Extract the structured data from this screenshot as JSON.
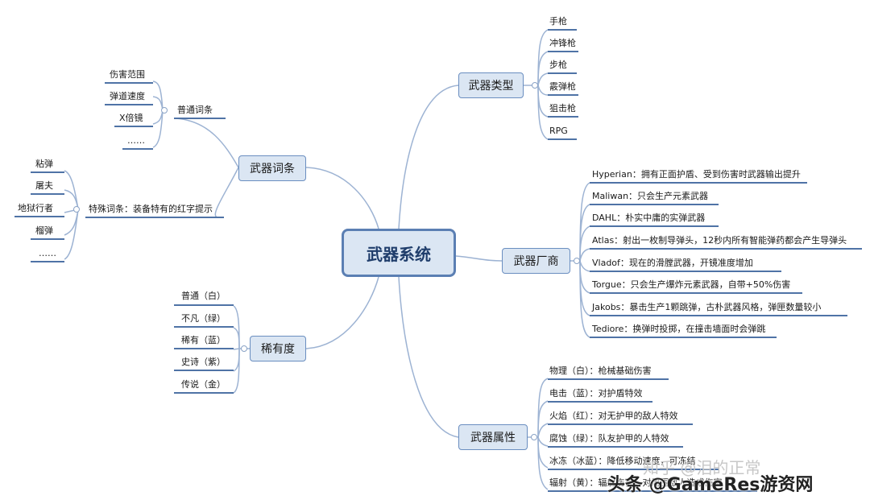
{
  "center": "武器系统",
  "types": {
    "label": "武器类型",
    "items": [
      "手枪",
      "冲锋枪",
      "步枪",
      "霰弹枪",
      "狙击枪",
      "RPG"
    ]
  },
  "makers": {
    "label": "武器厂商",
    "items": [
      "Hyperian：拥有正面护盾、受到伤害时武器输出提升",
      "Maliwan：只会生产元素武器",
      "DAHL：朴实中庸的实弹武器",
      "Atlas：射出一枚制导弹头，12秒内所有智能弹药都会产生导弹头",
      "Vladof：现在的滑膛武器，开镜准度增加",
      "Torgue：只会生产爆炸元素武器，自带+50%伤害",
      "Jakobs：暴击生产1颗跳弹，古朴武器风格，弹匣数量较小",
      "Tediore：换弹时投掷，在撞击墙面时会弹跳"
    ]
  },
  "attributes": {
    "label": "武器属性",
    "items": [
      "物理（白）：枪械基础伤害",
      "电击（蓝）：对护盾特效",
      "火焰（红）：对无护甲的敌人特效",
      "腐蚀（绿）：队友护甲的人特效",
      "冰冻（冰蓝）：降低移动速度，可冻结",
      "辐射（黄）：辐射伤害，对周围敌人造成伤害"
    ]
  },
  "affixes": {
    "label": "武器词条",
    "normal": {
      "label": "普通词条",
      "items": [
        "伤害范围",
        "弹道速度",
        "X倍镜",
        "……"
      ]
    },
    "special": {
      "label": "特殊词条：装备特有的红字提示",
      "items": [
        "粘弹",
        "屠夫",
        "地狱行者",
        "榴弹",
        "……"
      ]
    }
  },
  "rarity": {
    "label": "稀有度",
    "items": [
      "普通（白）",
      "不凡（绿）",
      "稀有（蓝）",
      "史诗（紫）",
      "传说（金）"
    ]
  },
  "watermark": {
    "faint": "知乎 @泪的正常",
    "main": "头条 @GameRes游资网"
  },
  "colors": {
    "node_fill": "#dbe6f3",
    "node_border": "#6a8ec0",
    "connector": "#9db3d3",
    "underline": "#4f73a6"
  }
}
